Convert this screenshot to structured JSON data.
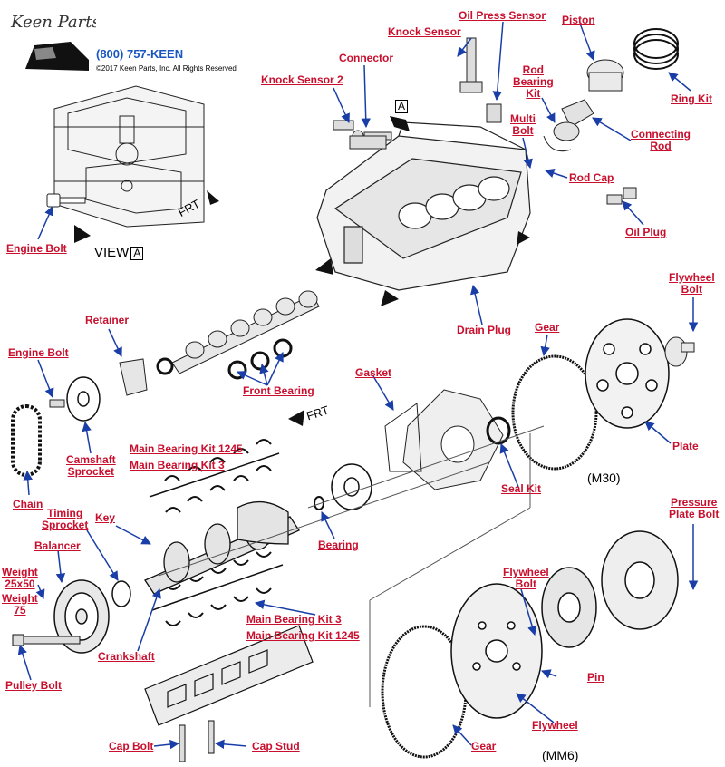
{
  "branding": {
    "logo_text": "Keen Parts",
    "phone": "(800) 757-KEEN",
    "copyright": "©2017 Keen Parts, Inc. All Rights Reserved"
  },
  "view": {
    "label": "VIEW",
    "box": "A"
  },
  "view_marker": "A",
  "frt": [
    "FRT",
    "FRT"
  ],
  "variants": {
    "m30": "(M30)",
    "mm6": "(MM6)"
  },
  "colors": {
    "label": "#c8102e",
    "line": "#1a3ea8",
    "phone": "#1a56c2"
  },
  "labels": {
    "knock_sensor": "Knock Sensor",
    "oil_press_sensor": "Oil Press Sensor",
    "piston": "Piston",
    "ring_kit": "Ring Kit",
    "connector": "Connector",
    "knock_sensor_2": "Knock Sensor 2",
    "rod_bearing_kit": [
      "Rod",
      "Bearing",
      "Kit"
    ],
    "multi_bolt": [
      "Multi",
      "Bolt"
    ],
    "connecting_rod": [
      "Connecting",
      "Rod"
    ],
    "rod_cap": "Rod Cap",
    "oil_plug": "Oil Plug",
    "engine_bolt_top": "Engine Bolt",
    "drain_plug": "Drain Plug",
    "flywheel_bolt_top": [
      "Flywheel",
      "Bolt"
    ],
    "retainer": "Retainer",
    "engine_bolt_mid": "Engine Bolt",
    "gear_top": "Gear",
    "gasket": "Gasket",
    "front_bearing": "Front Bearing",
    "plate": "Plate",
    "camshaft_sprocket": [
      "Camshaft",
      "Sprocket"
    ],
    "main_bearing_kit_1245_top": "Main Bearing Kit 1245",
    "main_bearing_kit_3_top": "Main Bearing Kit 3",
    "seal_kit": "Seal Kit",
    "chain": "Chain",
    "timing_sprocket": [
      "Timing",
      "Sprocket"
    ],
    "key": "Key",
    "pressure_plate_bolt": [
      "Pressure",
      "Plate Bolt"
    ],
    "balancer": "Balancer",
    "bearing": "Bearing",
    "weight_25x50": [
      "Weight",
      "25x50"
    ],
    "weight_75": [
      "Weight",
      "75"
    ],
    "flywheel_bolt_bottom": [
      "Flywheel",
      "Bolt"
    ],
    "main_bearing_kit_3_bottom": "Main Bearing Kit 3",
    "main_bearing_kit_1245_bottom": "Main Bearing Kit 1245",
    "crankshaft": "Crankshaft",
    "pin": "Pin",
    "pulley_bolt": "Pulley Bolt",
    "flywheel": "Flywheel",
    "cap_bolt": "Cap Bolt",
    "cap_stud": "Cap Stud",
    "gear_bottom": "Gear"
  }
}
